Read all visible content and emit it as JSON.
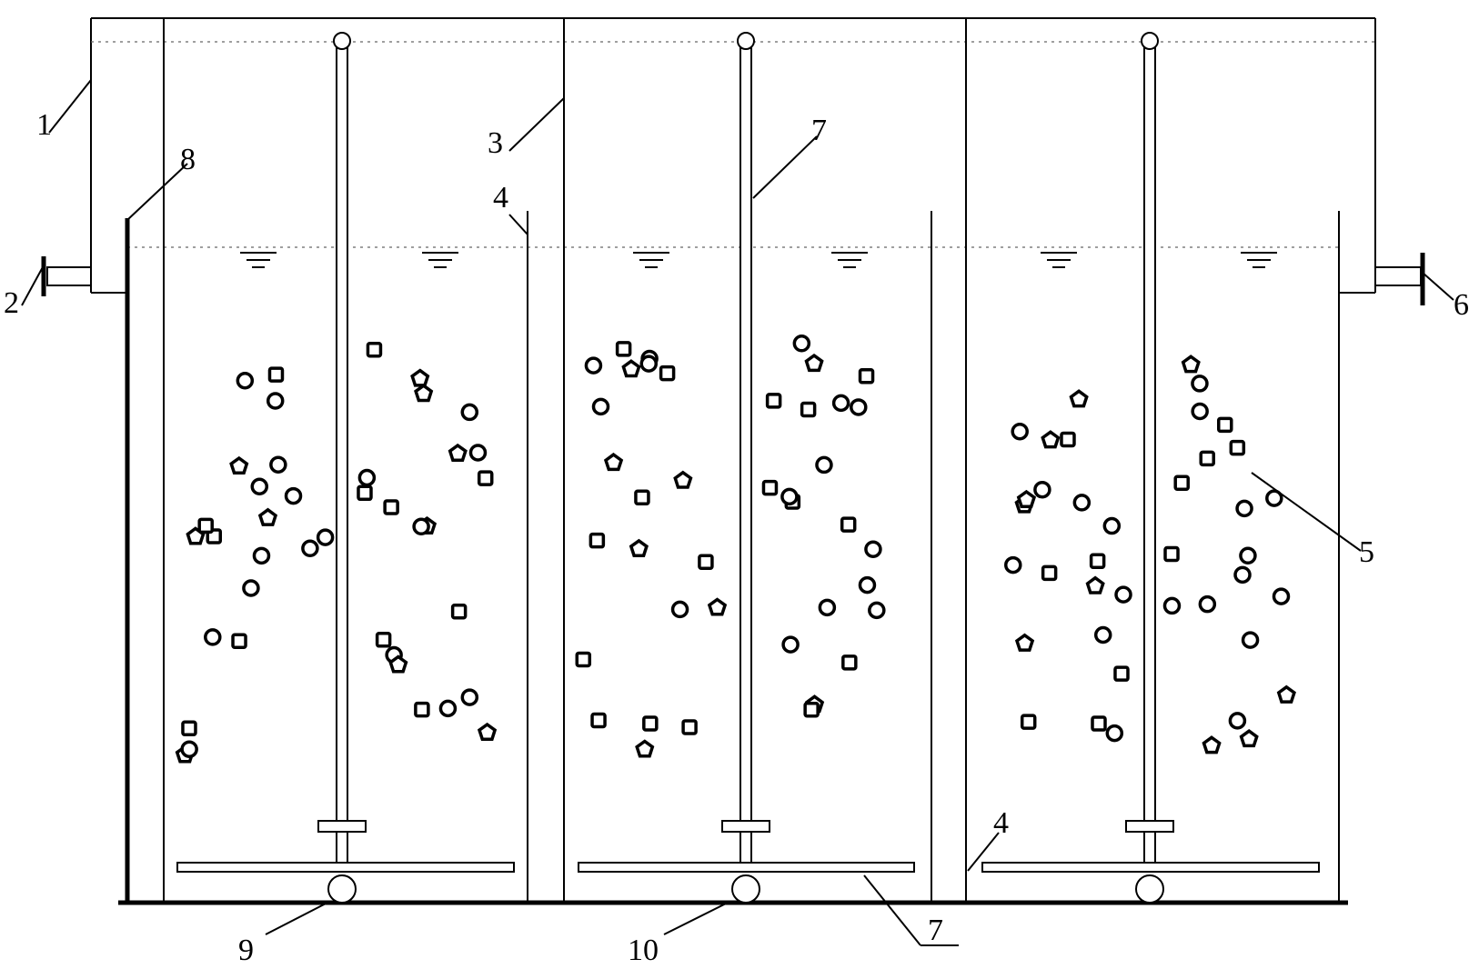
{
  "labels": [
    {
      "id": "1",
      "text": "1"
    },
    {
      "id": "2",
      "text": "2"
    },
    {
      "id": "3",
      "text": "3"
    },
    {
      "id": "4",
      "text": "4"
    },
    {
      "id": "4b",
      "text": "4"
    },
    {
      "id": "5",
      "text": "5"
    },
    {
      "id": "6",
      "text": "6"
    },
    {
      "id": "7",
      "text": "7"
    },
    {
      "id": "7b",
      "text": "7"
    },
    {
      "id": "8",
      "text": "8"
    },
    {
      "id": "9",
      "text": "9"
    },
    {
      "id": "10",
      "text": "10"
    }
  ]
}
